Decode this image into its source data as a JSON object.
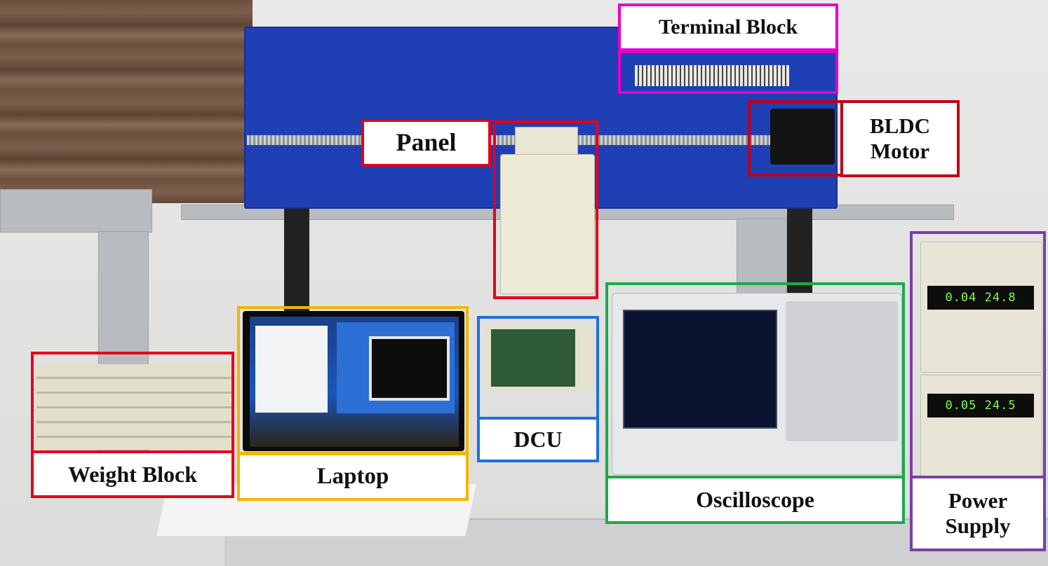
{
  "labels": {
    "terminal_block": "Terminal Block",
    "panel": "Panel",
    "bldc_motor": "BLDC Motor",
    "weight_block": "Weight Block",
    "laptop": "Laptop",
    "dcu": "DCU",
    "oscilloscope": "Oscilloscope",
    "power_supply": "Power Supply"
  },
  "power_supply_readouts": {
    "upper": "0.04 24.8",
    "lower": "0.05 24.5"
  },
  "colors": {
    "terminal_block": "#e600c8",
    "panel": "#e4001b",
    "bldc_motor": "#c00016",
    "weight_block": "#e4001b",
    "laptop": "#f2b500",
    "dcu": "#1f6fe0",
    "oscilloscope": "#1ea84a",
    "power_supply": "#7b3fa6"
  }
}
